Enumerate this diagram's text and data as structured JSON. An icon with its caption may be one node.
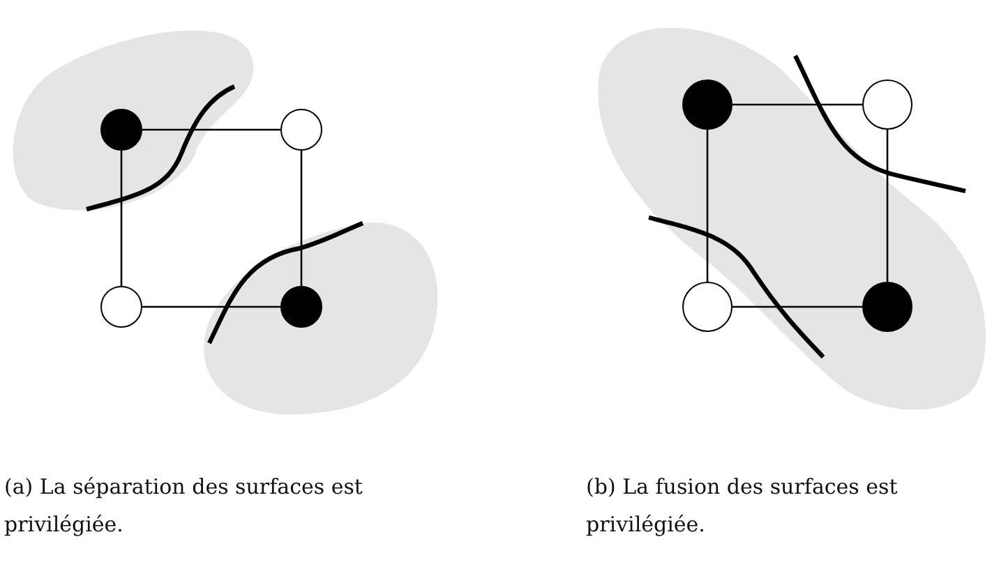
{
  "diagram": {
    "nodes": [
      {
        "text": [],
        "shape": "circle"
      },
      {
        "text": [],
        "shape": "circle"
      },
      {
        "text": [],
        "shape": "circle"
      },
      {
        "text": [],
        "shape": "circle"
      },
      {
        "text": [],
        "shape": "circle"
      },
      {
        "text": [],
        "shape": "circle"
      },
      {
        "text": [],
        "shape": "circle"
      },
      {
        "text": [],
        "shape": "circle"
      }
    ],
    "edges": [
      {
        "from": 0,
        "to": 1,
        "arrow": "none"
      },
      {
        "from": 1,
        "to": 3,
        "arrow": "none"
      },
      {
        "from": 3,
        "to": 2,
        "arrow": "none"
      },
      {
        "from": 2,
        "to": 0,
        "arrow": "none"
      },
      {
        "from": 4,
        "to": 5,
        "arrow": "none"
      },
      {
        "from": 5,
        "to": 7,
        "arrow": "none"
      },
      {
        "from": 7,
        "to": 6,
        "arrow": "none"
      },
      {
        "from": 6,
        "to": 4,
        "arrow": "none"
      }
    ],
    "labels": [
      "(a) La séparation des surfaces est privilégiée.",
      "(b) La fusion des surfaces est privilégiée."
    ]
  }
}
